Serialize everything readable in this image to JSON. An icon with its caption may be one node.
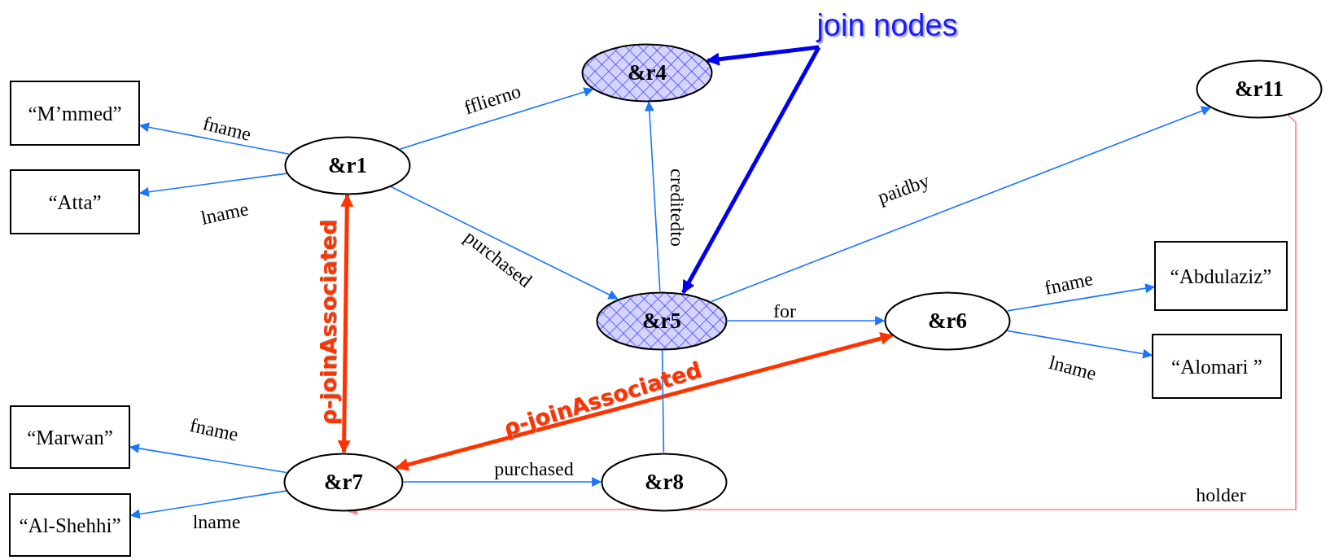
{
  "diagram": {
    "nodes": [
      {
        "text": [
          "“M’mmed”"
        ]
      },
      {
        "text": [
          "“Atta”"
        ]
      },
      {
        "text": [
          "&r1"
        ]
      },
      {
        "text": [
          "&r4"
        ]
      },
      {
        "text": [
          "join nodes"
        ]
      },
      {
        "text": [
          "&r11"
        ]
      },
      {
        "text": [
          "&r5"
        ]
      },
      {
        "text": [
          "&r6"
        ]
      },
      {
        "text": [
          "“Abdulaziz”"
        ]
      },
      {
        "text": [
          "“Alomari ”"
        ]
      },
      {
        "text": [
          "“Marwan”"
        ]
      },
      {
        "text": [
          "“Al-Shehhi”"
        ]
      },
      {
        "text": [
          "&r7"
        ]
      },
      {
        "text": [
          "&r8"
        ]
      }
    ],
    "edges": [
      {
        "from": 2,
        "to": 0,
        "arrow": "to",
        "label": "fname"
      },
      {
        "from": 2,
        "to": 1,
        "arrow": "to",
        "label": "lname"
      },
      {
        "from": 2,
        "to": 3,
        "arrow": "to",
        "label": "fflierno"
      },
      {
        "from": 2,
        "to": 6,
        "arrow": "to",
        "label": "purchased"
      },
      {
        "from": 4,
        "to": 3,
        "arrow": "to",
        "style": "thick",
        "color": "#0000ee"
      },
      {
        "from": 4,
        "to": 6,
        "arrow": "to",
        "style": "thick",
        "color": "#0000ee"
      },
      {
        "from": 6,
        "to": 3,
        "arrow": "to",
        "label": "creditedto"
      },
      {
        "from": 6,
        "to": 5,
        "arrow": "to",
        "label": "paidby"
      },
      {
        "from": 6,
        "to": 7,
        "arrow": "to",
        "label": "for"
      },
      {
        "from": 7,
        "to": 8,
        "arrow": "to",
        "label": "fname"
      },
      {
        "from": 7,
        "to": 9,
        "arrow": "to",
        "label": "lname"
      },
      {
        "from": 2,
        "to": 12,
        "arrow": "both",
        "label": "ρ-joinAssociated",
        "style": "thick",
        "color": "#ff3300"
      },
      {
        "from": 7,
        "to": 12,
        "arrow": "both",
        "label": "ρ-joinAssociated",
        "style": "thick",
        "color": "#ff3300"
      },
      {
        "from": 12,
        "to": 10,
        "arrow": "to",
        "label": "fname"
      },
      {
        "from": 12,
        "to": 11,
        "arrow": "to",
        "label": "lname"
      },
      {
        "from": 12,
        "to": 13,
        "arrow": "to",
        "label": "purchased"
      },
      {
        "from": 13,
        "to": 6,
        "arrow": "none"
      },
      {
        "from": 5,
        "to": 12,
        "arrow": "to",
        "label": "holder",
        "color": "#ff8080"
      }
    ]
  }
}
